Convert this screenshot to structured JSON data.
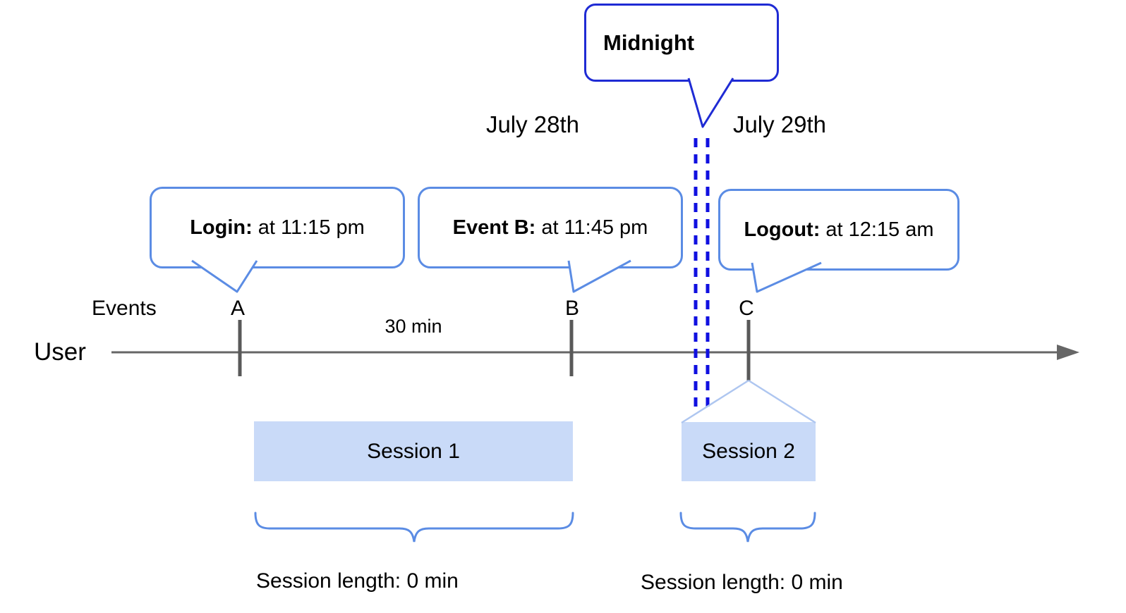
{
  "colors": {
    "text": "#000000",
    "bubble_border": "#5b8ce4",
    "midnight_border": "#1f2bd4",
    "midnight_dash": "#1010e0",
    "timeline": "#666666",
    "tick": "#595959",
    "session_fill": "#c9daf8",
    "funnel_line": "#aec6f0",
    "brace": "#5b8ce4"
  },
  "callouts": {
    "midnight": {
      "label": "Midnight"
    },
    "login": {
      "label": "Login:",
      "value": "at 11:15 pm"
    },
    "event_b": {
      "label": "Event B:",
      "value": "at 11:45 pm"
    },
    "logout": {
      "label": "Logout:",
      "value": "at 12:15 am"
    }
  },
  "dates": {
    "before_midnight": "July 28th",
    "after_midnight": "July 29th"
  },
  "timeline": {
    "events_row_label": "Events",
    "user_row_label": "User",
    "markers": [
      {
        "label": "A"
      },
      {
        "label": "B"
      },
      {
        "label": "C"
      }
    ],
    "interval_label": "30 min"
  },
  "sessions": [
    {
      "name": "Session 1",
      "length_label": "Session length: 0 min"
    },
    {
      "name": "Session 2",
      "length_label": "Session length: 0 min"
    }
  ]
}
